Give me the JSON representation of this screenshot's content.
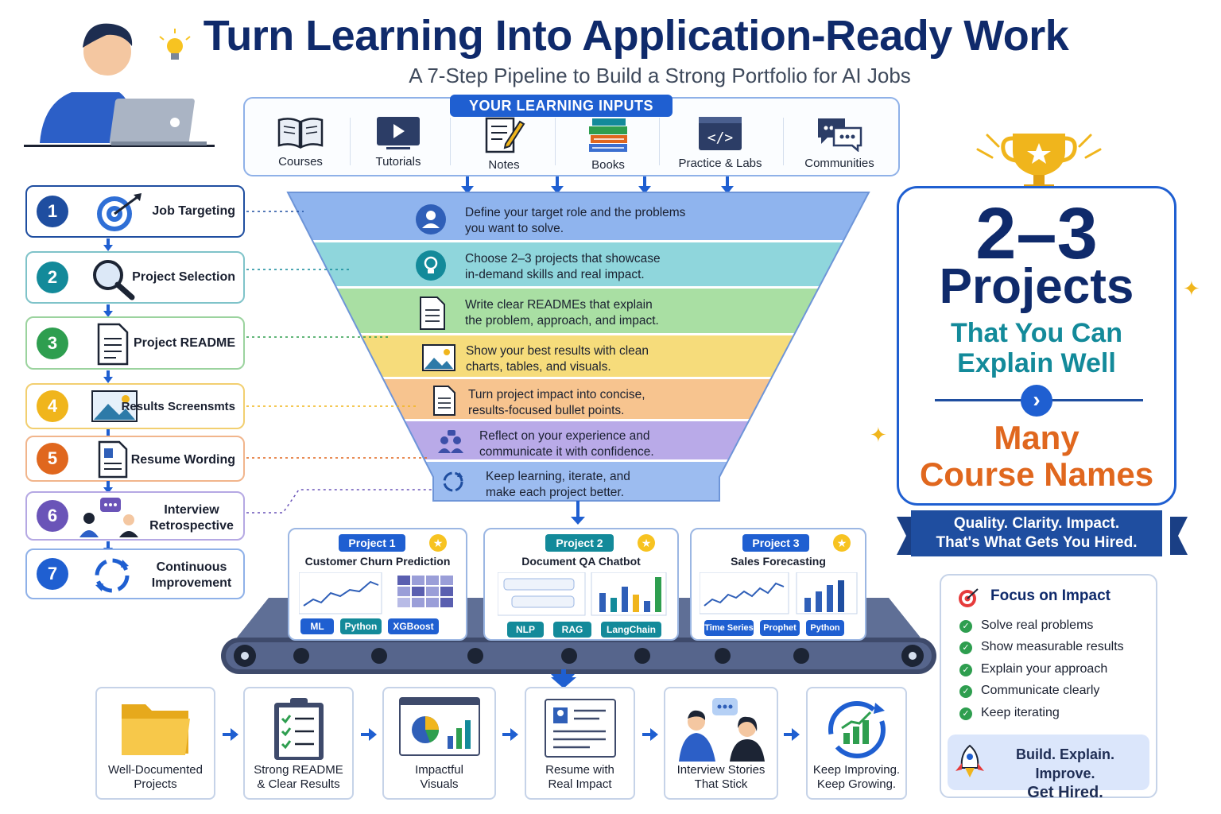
{
  "header": {
    "title": "Turn Learning Into Application-Ready Work",
    "subtitle": "A 7-Step Pipeline to Build a Strong Portfolio for AI Jobs"
  },
  "inputs": {
    "heading": "YOUR LEARNING INPUTS",
    "items": [
      {
        "label": "Courses",
        "icon": "open-book-icon"
      },
      {
        "label": "Tutorials",
        "icon": "video-player-icon"
      },
      {
        "label": "Notes",
        "icon": "notepad-pencil-icon"
      },
      {
        "label": "Books",
        "icon": "book-stack-icon"
      },
      {
        "label": "Practice & Labs",
        "icon": "code-window-icon"
      },
      {
        "label": "Communities",
        "icon": "chat-bubbles-icon"
      }
    ]
  },
  "steps": [
    {
      "num": "1",
      "label": "Job Targeting",
      "color": "#1f4ea0",
      "icon": "target-icon"
    },
    {
      "num": "2",
      "label": "Project Selection",
      "color": "#138a9a",
      "icon": "magnifier-icon"
    },
    {
      "num": "3",
      "label": "Project README",
      "color": "#2e9e4f",
      "icon": "document-icon"
    },
    {
      "num": "4",
      "label": "Results Screensmts",
      "color": "#f0b51c",
      "icon": "picture-icon"
    },
    {
      "num": "5",
      "label": "Resume Wording",
      "color": "#e0671e",
      "icon": "resume-icon"
    },
    {
      "num": "6",
      "label": "Interview Retrospective",
      "color": "#6a54b8",
      "icon": "conversation-icon"
    },
    {
      "num": "7",
      "label": "Continuous Improvement",
      "color": "#1f5fd1",
      "icon": "cycle-arrows-icon"
    }
  ],
  "funnel": [
    {
      "line1": "Define your target role and the problems",
      "line2": "you want to solve.",
      "color": "#8fb4ee",
      "icon": "person-icon"
    },
    {
      "line1": "Choose 2–3 projects that showcase",
      "line2": "in-demand skills and real impact.",
      "color": "#8fd6dc",
      "icon": "lightbulb-icon"
    },
    {
      "line1": "Write clear READMEs that explain",
      "line2": "the problem, approach, and impact.",
      "color": "#a9dfa3",
      "icon": "document-icon"
    },
    {
      "line1": "Show your best results with clean",
      "line2": "charts, tables, and visuals.",
      "color": "#f6dc7b",
      "icon": "picture-icon"
    },
    {
      "line1": "Turn project impact into concise,",
      "line2": "results-focused bullet points.",
      "color": "#f7c48f",
      "icon": "document-icon"
    },
    {
      "line1": "Reflect on your experience and",
      "line2": "communicate it with confidence.",
      "color": "#b9aae8",
      "icon": "people-icon"
    },
    {
      "line1": "Keep learning, iterate, and",
      "line2": "make each project better.",
      "color": "#9cbcf0",
      "icon": "refresh-icon"
    }
  ],
  "projects": [
    {
      "tag": "Project 1",
      "title": "Customer Churn Prediction",
      "tag_color": "#1f5fd1",
      "chips": [
        "ML",
        "Python",
        "XGBoost"
      ]
    },
    {
      "tag": "Project 2",
      "title": "Document QA Chatbot",
      "tag_color": "#138a9a",
      "chips": [
        "NLP",
        "RAG",
        "LangChain"
      ]
    },
    {
      "tag": "Project 3",
      "title": "Sales Forecasting",
      "tag_color": "#1f5fd1",
      "chips": [
        "Time Series",
        "Prophet",
        "Python"
      ]
    }
  ],
  "outputs": [
    {
      "line1": "Well-Documented",
      "line2": "Projects",
      "icon": "folder-icon"
    },
    {
      "line1": "Strong README",
      "line2": "& Clear Results",
      "icon": "checklist-icon"
    },
    {
      "line1": "Impactful",
      "line2": "Visuals",
      "icon": "dashboard-icon"
    },
    {
      "line1": "Resume with",
      "line2": "Real Impact",
      "icon": "resume-icon"
    },
    {
      "line1": "Interview Stories",
      "line2": "That Stick",
      "icon": "interview-icon"
    },
    {
      "line1": "Keep Improving.",
      "line2": "Keep Growing.",
      "icon": "growth-cycle-icon"
    }
  ],
  "highlight": {
    "number": "2–3",
    "projects": "Projects",
    "teal_line1": "That You Can",
    "teal_line2": "Explain Well",
    "orange_line1": "Many",
    "orange_line2": "Course Names",
    "ribbon_line1": "Quality. Clarity. Impact.",
    "ribbon_line2": "That's What Gets You Hired."
  },
  "focus": {
    "title": "Focus on Impact",
    "items": [
      "Solve real problems",
      "Show measurable results",
      "Explain your approach",
      "Communicate clearly",
      "Keep iterating"
    ],
    "cta_line1": "Build. Explain. Improve.",
    "cta_line2": "Get Hired."
  }
}
